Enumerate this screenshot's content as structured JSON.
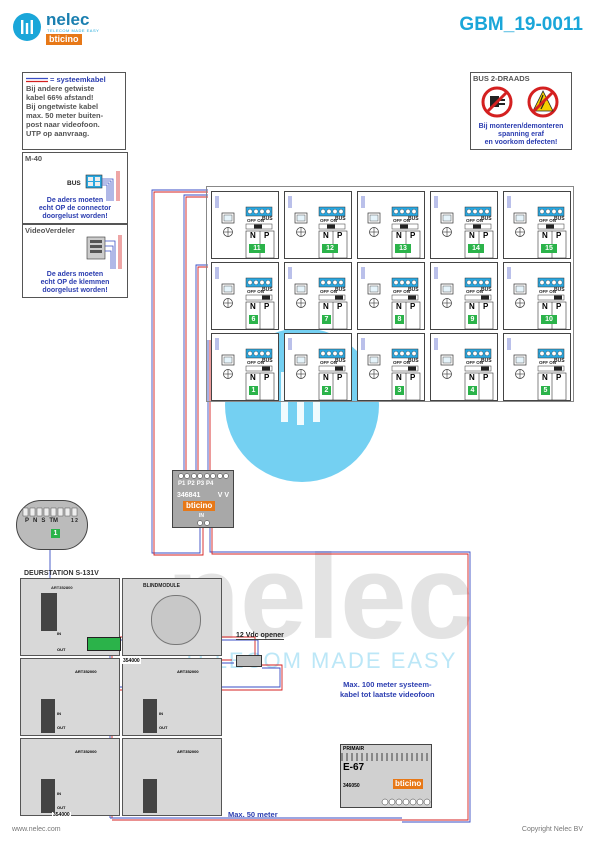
{
  "header": {
    "brand": "nelec",
    "brand_tagline": "TELECOM MADE EASY",
    "partner": "bticino",
    "doc_id": "GBM_19-0011"
  },
  "watermark": {
    "brand": "nelec",
    "tagline": "TELECOM MADE EASY"
  },
  "notes": {
    "systeemkabel": {
      "legend": "= systeemkabel",
      "lines": [
        "Bij andere getwiste",
        "kabel 66% afstand!",
        "Bij ongetwiste kabel",
        "max. 50 meter buiten-",
        "post naar videofoon.",
        "UTP op aanvraag."
      ]
    },
    "m40": {
      "title": "M-40",
      "label": "BUS",
      "lines": [
        "De aders moeten",
        "echt OP de connector",
        "doorgelust worden!"
      ]
    },
    "videoverdeler": {
      "title": "VideoVerdeler",
      "lines": [
        "De aders moeten",
        "echt OP de klemmen",
        "doorgelust worden!"
      ]
    },
    "bus2": {
      "title": "BUS 2-DRAADS",
      "lines": [
        "Bij monteren/demonteren",
        "spanning eraf",
        "en voorkom defecten!"
      ]
    }
  },
  "grid": {
    "labels": {
      "bus": "BUS",
      "offon": "OFF ON",
      "n": "N",
      "p": "P"
    },
    "rows": [
      [
        "11",
        "12",
        "13",
        "14",
        "15"
      ],
      [
        "6",
        "7",
        "8",
        "9",
        "10"
      ],
      [
        "1",
        "2",
        "3",
        "4",
        "5"
      ]
    ]
  },
  "distributor": {
    "code": "346841",
    "vv": "V V",
    "terminals": [
      "P1",
      "P2",
      "P3",
      "P4"
    ],
    "brand": "bticino",
    "in": "IN"
  },
  "zoom": {
    "labels": [
      "P",
      "N",
      "S",
      "TM"
    ],
    "value": "1",
    "right_label": "1 2"
  },
  "doorstation": {
    "title": "DEURSTATION S-131V",
    "blind": "BLINDMODULE",
    "art_top": "ART352800",
    "art_mods": [
      "ART352000",
      "ART352000",
      "ART352000",
      "ART352000"
    ],
    "in_label": "IN",
    "out_label": "OUT",
    "code_a": "354000",
    "code_b": "354000"
  },
  "opener": {
    "label": "12 Vdc opener"
  },
  "psu": {
    "primair": "PRIMAIR",
    "model": "E-67",
    "code": "346050",
    "brand": "bticino"
  },
  "cable_notes": {
    "max100": [
      "Max. 100 meter systeem-",
      "kabel tot laatste videofoon"
    ],
    "max50": "Max. 50 meter"
  },
  "footer": {
    "left": "www.nelec.com",
    "right": "Copyright Nelec BV"
  },
  "colors": {
    "accent": "#1aa6d9",
    "text_blue": "#2b3db0",
    "bus_blue": "#3a4ec4",
    "bus_red": "#d42020",
    "green": "#2bb34a"
  }
}
